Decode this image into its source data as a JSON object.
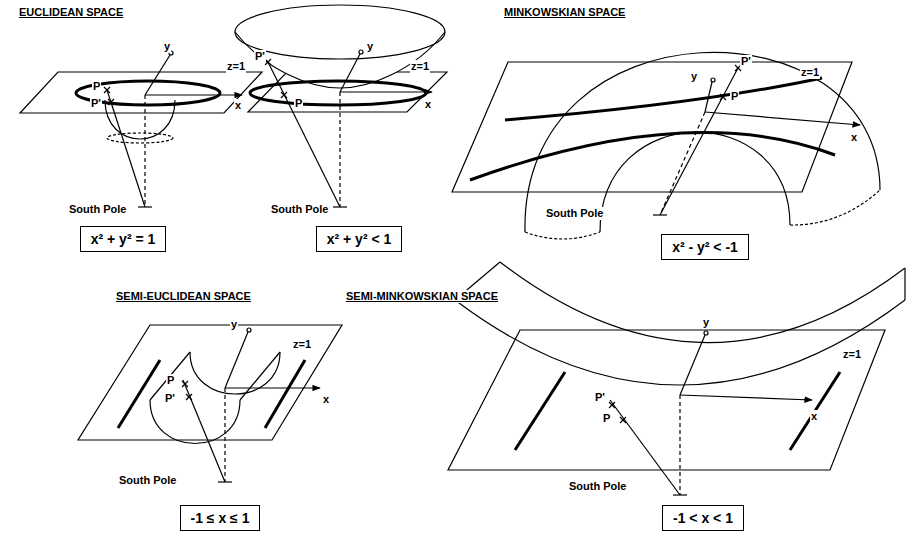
{
  "diagram": {
    "nodes": [
      {
        "text": [
          "x² + y² = 1"
        ]
      },
      {
        "text": [
          "x² + y² < 1"
        ]
      },
      {
        "text": [
          "x² - y² < -1"
        ]
      },
      {
        "text": [
          "-1 ≤ x ≤ 1"
        ]
      },
      {
        "text": [
          "-1 < x < 1"
        ]
      }
    ],
    "labels": [
      "EUCLIDEAN SPACE",
      "MINKOWSKIAN SPACE",
      "y",
      "z=1",
      "P",
      "P'",
      "x",
      "South Pole",
      "P'",
      "y",
      "z=1",
      "P",
      "x",
      "South Pole",
      "P'",
      "y",
      "z=1",
      "P",
      "x",
      "South Pole",
      "SEMI-EUCLIDEAN SPACE",
      "SEMI-MINKOWSKIAN SPACE",
      "y",
      "z=1",
      "P",
      "P'",
      "x",
      "South Pole",
      "y",
      "z=1",
      "P'",
      "P",
      "x",
      "South Pole"
    ]
  }
}
